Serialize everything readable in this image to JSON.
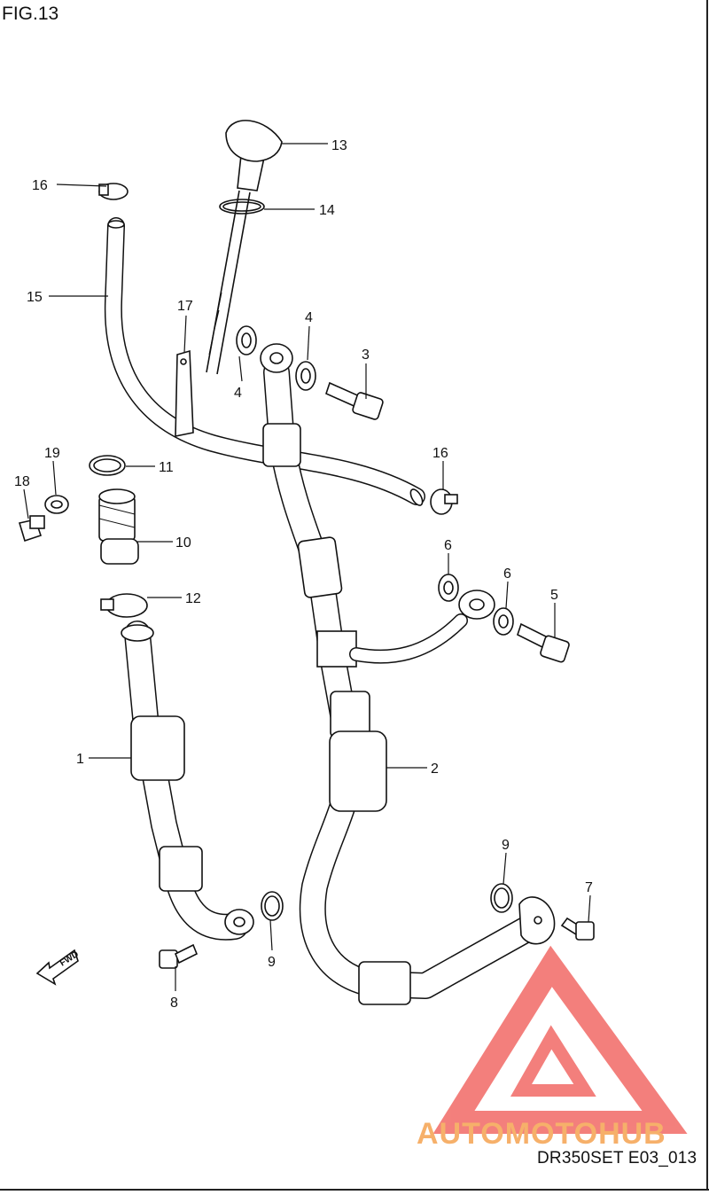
{
  "figure": {
    "title": "FIG.13",
    "code": "DR350SET E03_013",
    "fwd_label": "FWD"
  },
  "watermark": {
    "brand": "AUTOMOTOHUB",
    "colors": {
      "auto": "#f6b06a",
      "moto": "#f6b06a",
      "hub": "#3a3a3a",
      "logo": "#f2726e"
    }
  },
  "callouts": {
    "c1": "1",
    "c2": "2",
    "c3": "3",
    "c4a": "4",
    "c4b": "4",
    "c5": "5",
    "c6a": "6",
    "c6b": "6",
    "c7": "7",
    "c8": "8",
    "c9a": "9",
    "c9b": "9",
    "c10": "10",
    "c11": "11",
    "c12": "12",
    "c13": "13",
    "c14": "14",
    "c15": "15",
    "c16a": "16",
    "c16b": "16",
    "c17": "17",
    "c18": "18",
    "c19": "19"
  }
}
